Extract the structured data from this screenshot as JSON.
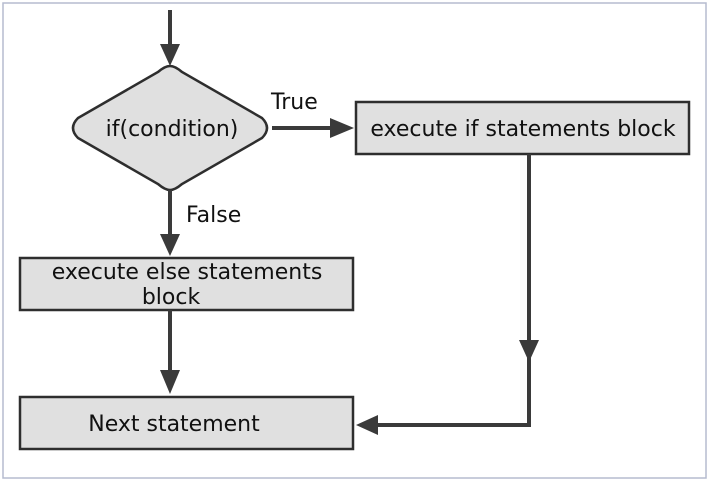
{
  "colors": {
    "line": "#3a3a3a",
    "box_fill": "#e0e0e0",
    "box_stroke": "#2e2e2e",
    "frame": "#b5bccf"
  },
  "nodes": {
    "decision": "if(condition)",
    "if_block": "execute if statements block",
    "else_block_line1": "execute else statements",
    "else_block_line2": "block",
    "next": "Next statement"
  },
  "edges": {
    "true_label": "True",
    "false_label": "False"
  }
}
